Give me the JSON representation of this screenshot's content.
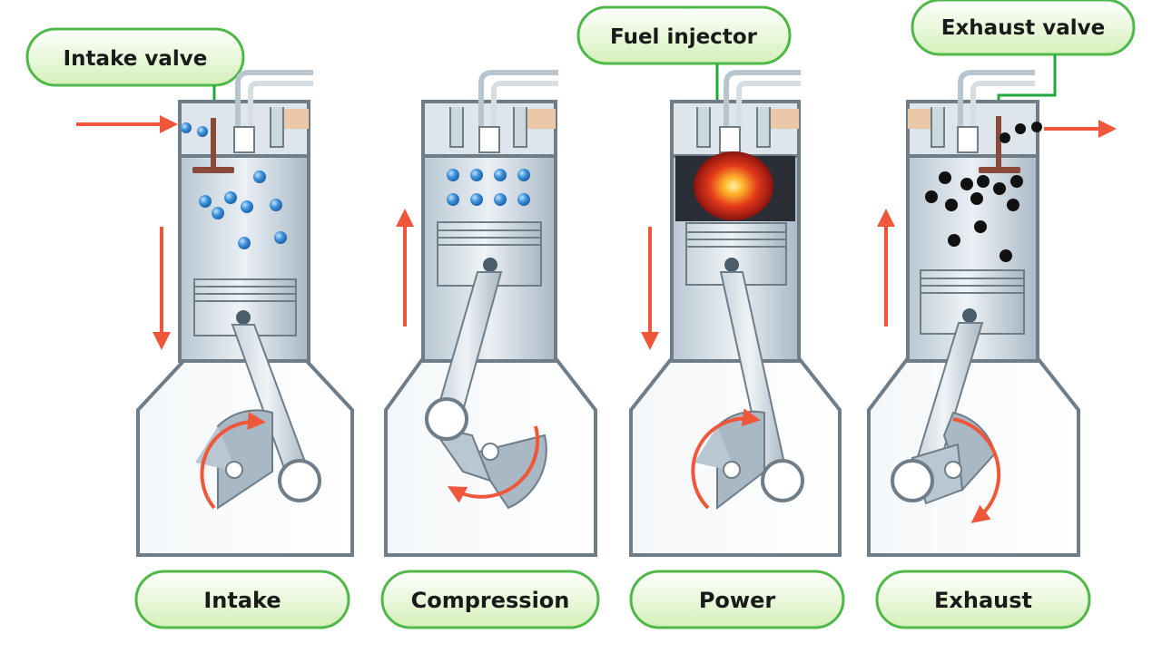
{
  "callouts": {
    "intake_valve": "Intake valve",
    "fuel_injector": "Fuel injector",
    "exhaust_valve": "Exhaust valve"
  },
  "strokes": [
    {
      "label": "Intake",
      "piston": "down",
      "contents": "fuel-air-mixture"
    },
    {
      "label": "Compression",
      "piston": "up",
      "contents": "compressed-mixture"
    },
    {
      "label": "Power",
      "piston": "down",
      "contents": "combustion"
    },
    {
      "label": "Exhaust",
      "piston": "up",
      "contents": "exhaust-gas"
    }
  ],
  "colors": {
    "pill_fill": "#dff5c8",
    "pill_border": "#4fb848",
    "leader_line": "#1fa83c",
    "arrow": "#f0573a",
    "metal_light": "#e8eef3",
    "metal_dark": "#9fb0bd",
    "outline": "#6f7d89",
    "mixture_dot": "#3a8fd8",
    "exhaust_dot": "#111111",
    "flame_core": "#ffd23a",
    "flame_outer": "#c41a12",
    "valve_stem": "#8a4a3a",
    "manifold": "#ecc9a6"
  }
}
